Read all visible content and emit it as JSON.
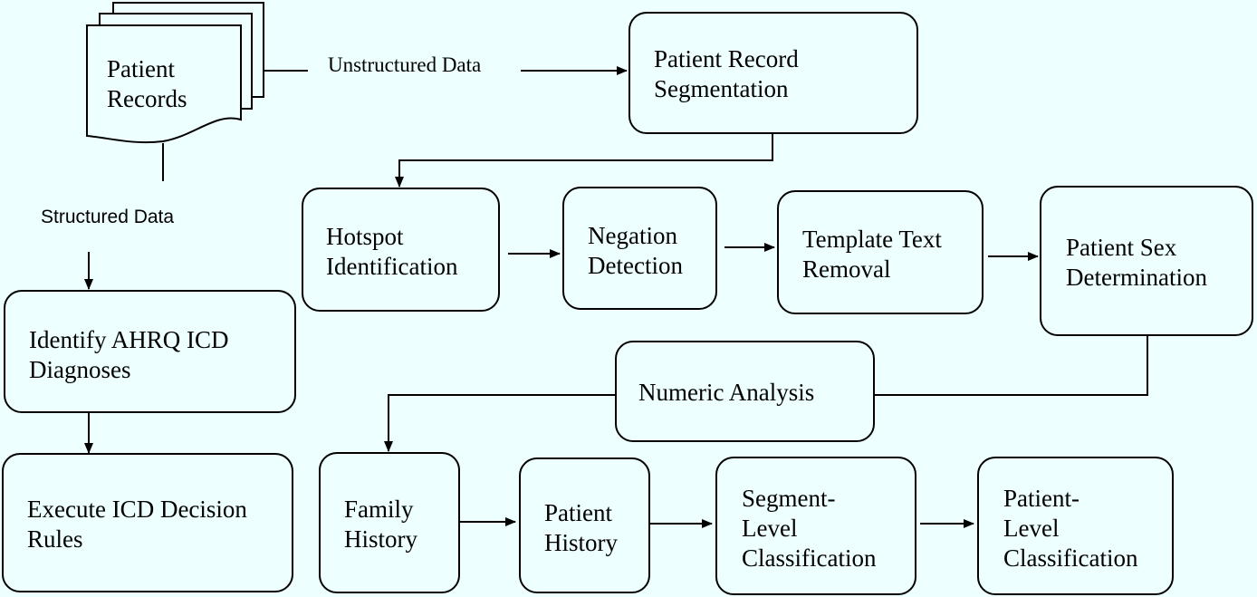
{
  "document": {
    "title": "Patient Records",
    "unstructured_label": "Unstructured Data",
    "structured_label": "Structured Data"
  },
  "nodes": {
    "segmentation": "Patient Record\nSegmentation",
    "hotspot": "Hotspot\nIdentification",
    "negation": "Negation\nDetection",
    "template": "Template Text\nRemoval",
    "sex": "Patient Sex\nDetermination",
    "numeric": "Numeric Analysis",
    "family": "Family\nHistory",
    "patient_history": "Patient\nHistory",
    "segment_class": "Segment-\nLevel\nClassification",
    "patient_class": "Patient-\nLevel\nClassification",
    "ahrq": "Identify AHRQ ICD\nDiagnoses",
    "execute": "Execute ICD Decision\nRules"
  },
  "colors": {
    "background": "#EEFFFF",
    "stroke": "#000000"
  }
}
